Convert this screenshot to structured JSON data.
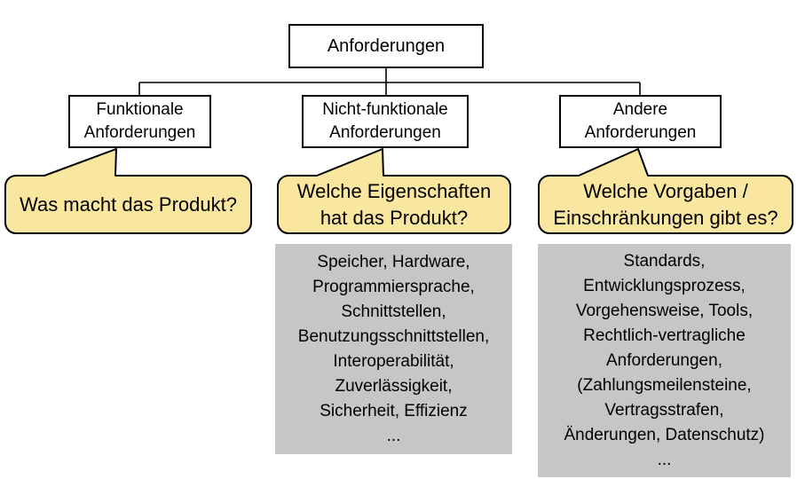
{
  "diagram": {
    "root_label": "Anforderungen",
    "branches": [
      {
        "label": "Funktionale\nAnforderungen",
        "question": "Was macht das Produkt?"
      },
      {
        "label": "Nicht-funktionale\nAnforderungen",
        "question": "Welche Eigenschaften\nhat das Produkt?",
        "details": "Speicher, Hardware,\nProgrammiersprache,\nSchnittstellen,\nBenutzungsschnittstellen,\nInteroperabilität,\nZuverlässigkeit,\nSicherheit, Effizienz\n..."
      },
      {
        "label": "Andere\nAnforderungen",
        "question": "Welche Vorgaben /\nEinschränkungen gibt es?",
        "details": "Standards,\nEntwicklungsprozess,\nVorgehensweise, Tools,\nRechtlich-vertragliche\nAnforderungen,\n(Zahlungsmeilensteine,\nVertragsstrafen,\nÄnderungen, Datenschutz)\n..."
      }
    ],
    "colors": {
      "bubble_fill": "#f9e79f",
      "detail_fill": "#c6c6c6",
      "line": "#000000",
      "box_fill": "#ffffff"
    }
  }
}
